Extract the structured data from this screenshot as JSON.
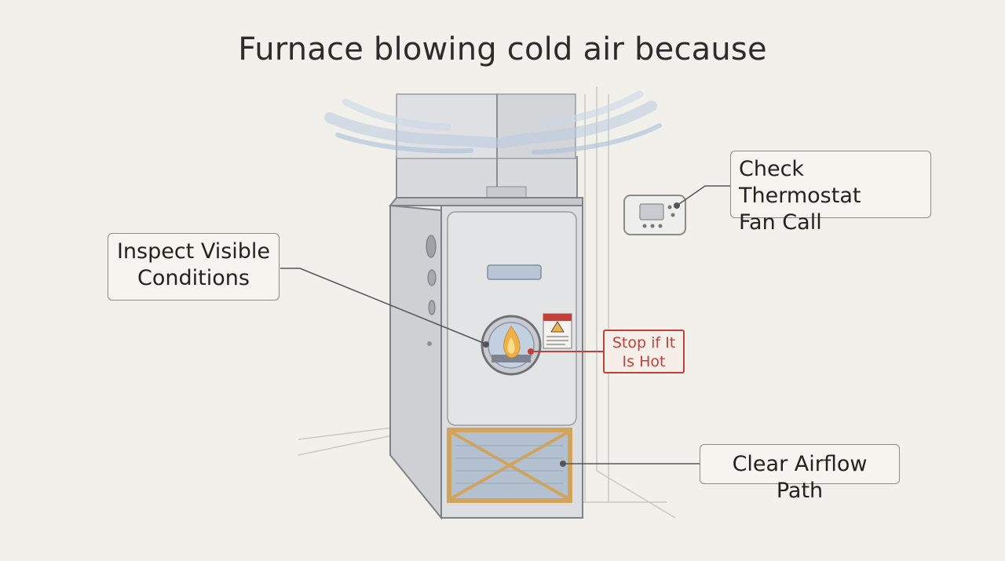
{
  "title": "Furnace blowing cold air because",
  "callouts": {
    "thermostat": {
      "line1": "Check Thermostat",
      "line2": "Fan Call"
    },
    "inspect": {
      "line1": "Inspect Visible",
      "line2": "Conditions"
    },
    "hot": {
      "line1": "Stop if It",
      "line2": "Is Hot"
    },
    "airflow": {
      "line1": "Clear Airflow Path"
    }
  },
  "colors": {
    "background": "#f1f0ea",
    "furnace_body": "#d7d8db",
    "warning_red": "#c0403a",
    "filter_frame": "#d2a35a",
    "filter_mesh": "#aab8c8",
    "air_wisps": "#b9cbe0"
  },
  "icons": [
    "furnace-illustration",
    "thermostat-icon",
    "flame-icon",
    "warning-label-icon",
    "air-filter-icon",
    "airflow-wisps"
  ]
}
